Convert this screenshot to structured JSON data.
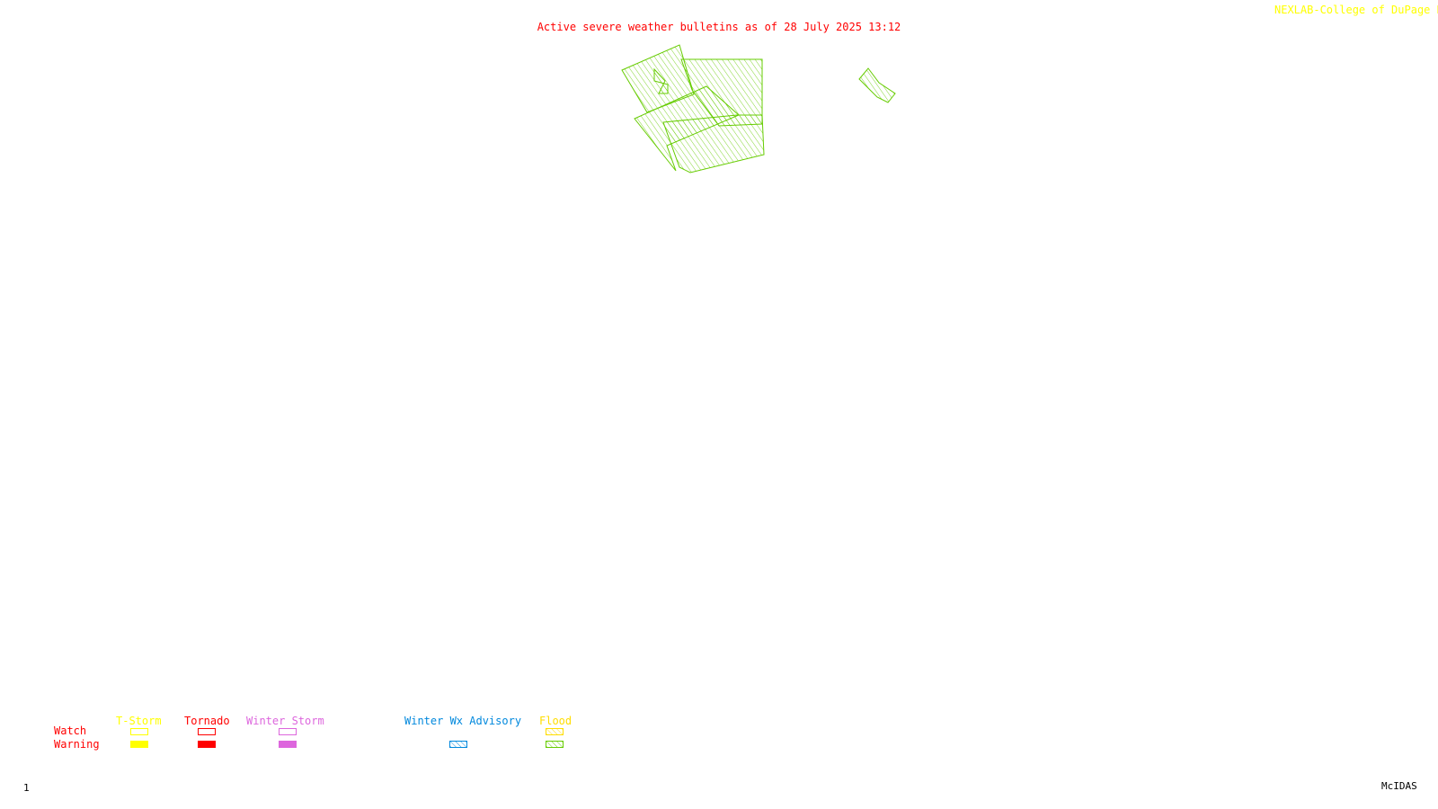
{
  "header": {
    "title": "Active severe weather bulletins as of 28 July 2025 13:12",
    "credit": "NEXLAB-College of DuPage R"
  },
  "footer": {
    "frame_number": "1",
    "software": "McIDAS"
  },
  "legend": {
    "rows": [
      "Watch",
      "Warning"
    ],
    "categories": [
      {
        "label": "T-Storm",
        "color": "#ffff00",
        "watch_style": "outline",
        "warning_style": "solid"
      },
      {
        "label": "Tornado",
        "color": "#ff0000",
        "watch_style": "outline",
        "warning_style": "solid"
      },
      {
        "label": "Winter Storm",
        "color": "#dd66dd",
        "watch_style": "outline",
        "warning_style": "solid"
      },
      {
        "label": "Winter Wx Advisory",
        "color": "#0088dd",
        "watch_style": "none",
        "warning_style": "hatched"
      },
      {
        "label": "Flood",
        "color": "#ffdd00",
        "watch_style": "hatched",
        "warning_style": "hatched"
      }
    ]
  },
  "map": {
    "active_bulletin_type": "Flood Warning",
    "active_color": "#66cc00",
    "polygon_count": 6
  }
}
